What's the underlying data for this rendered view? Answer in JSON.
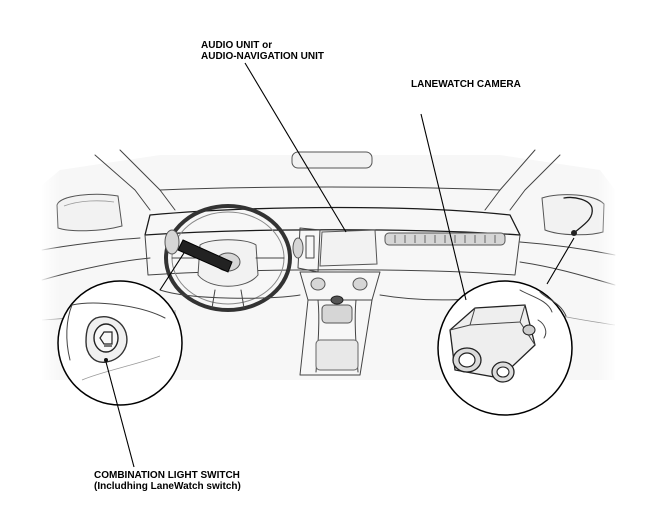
{
  "labels": {
    "audio_unit_line1": "AUDIO UNIT or",
    "audio_unit_line2": "AUDIO-NAVIGATION UNIT",
    "lanewatch_camera": "LANEWATCH CAMERA",
    "combination_switch_line1": "COMBINATION LIGHT SWITCH",
    "combination_switch_line2": "(Includhing LaneWatch switch)"
  }
}
